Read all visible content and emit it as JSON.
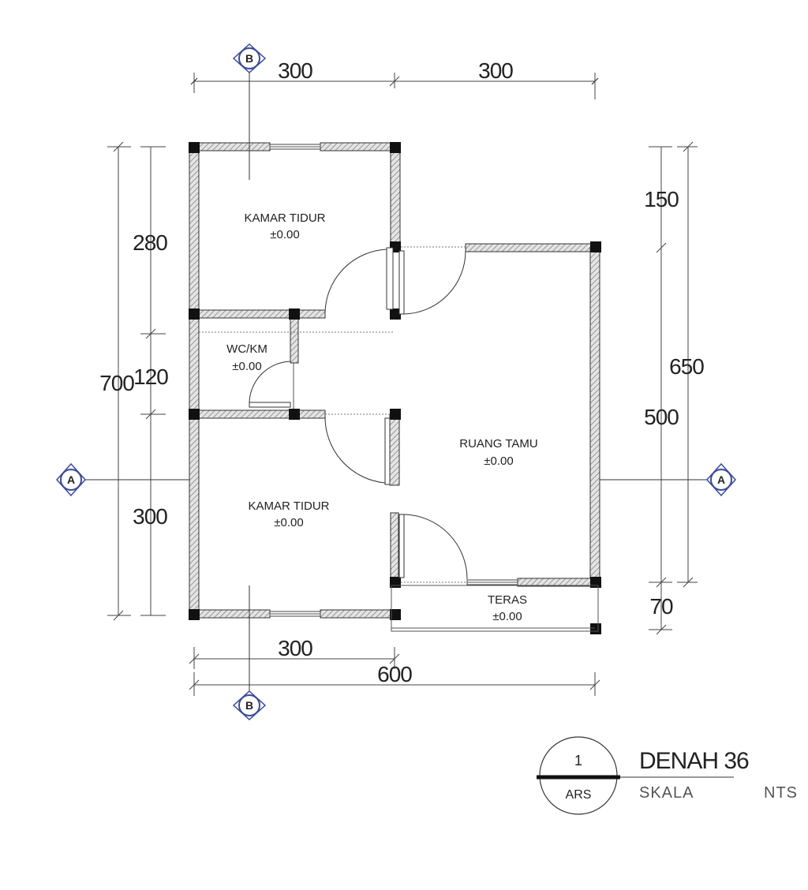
{
  "rooms": {
    "kamar_tidur_top": {
      "name": "KAMAR TIDUR",
      "level": "±0.00"
    },
    "wc_km": {
      "name": "WC/KM",
      "level": "±0.00"
    },
    "kamar_tidur_bottom": {
      "name": "KAMAR TIDUR",
      "level": "±0.00"
    },
    "ruang_tamu": {
      "name": "RUANG TAMU",
      "level": "±0.00"
    },
    "teras": {
      "name": "TERAS",
      "level": "±0.00"
    }
  },
  "dimensions": {
    "top_left": "300",
    "top_right": "300",
    "bottom_inner": "300",
    "bottom_total": "600",
    "left_total": "700",
    "left_top": "280",
    "left_mid": "120",
    "left_bottom": "300",
    "right_top": "150",
    "right_total": "650",
    "right_mid": "500",
    "right_bottom": "70"
  },
  "section_markers": {
    "b_top": "B",
    "b_bottom": "B",
    "a_left": "A",
    "a_right": "A"
  },
  "title_block": {
    "sheet_number": "1",
    "sheet_code": "ARS",
    "title": "DENAH 36",
    "scale_label": "SKALA",
    "scale_value": "NTS"
  }
}
